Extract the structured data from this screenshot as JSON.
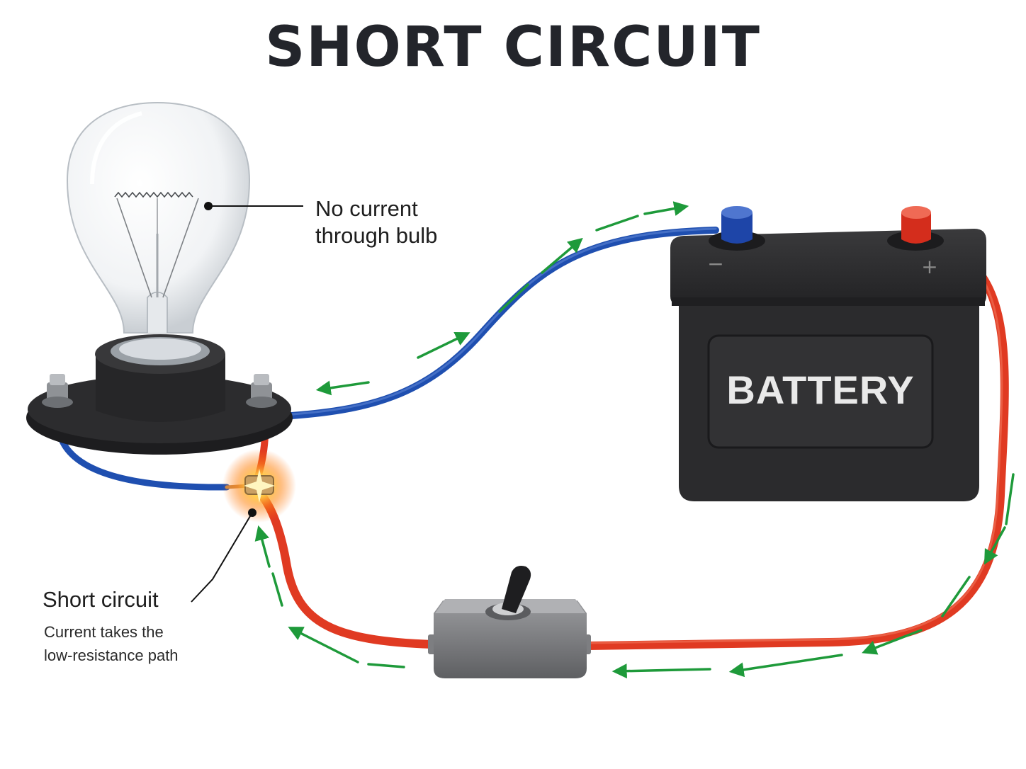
{
  "title": "SHORT CIRCUIT",
  "labels": {
    "bulb": [
      "No current",
      "through bulb"
    ],
    "short_title": "Short circuit",
    "short_sub": [
      "Current takes the",
      "low-resistance path"
    ]
  },
  "battery": {
    "text": "BATTERY",
    "negative": "−",
    "positive": "+"
  },
  "colors": {
    "positive_wire": "#e03a22",
    "negative_wire": "#1f4fb0",
    "current_arrow": "#1e9a3a",
    "spark": "#ffb020",
    "battery_body": "#2b2b2d"
  },
  "icons": [
    "light-bulb-icon",
    "battery-icon",
    "toggle-switch-icon",
    "spark-icon",
    "current-arrow-icon"
  ]
}
